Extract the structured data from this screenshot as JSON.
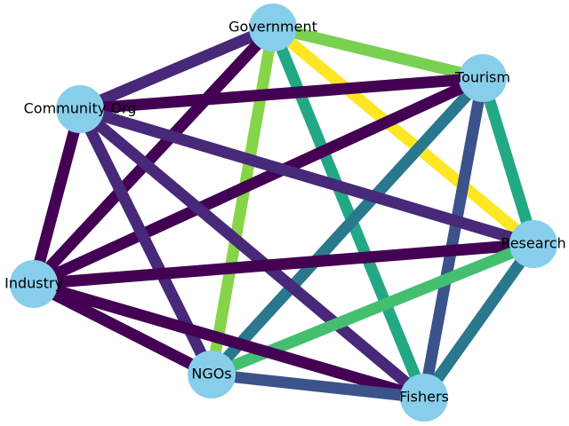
{
  "graph": {
    "nodes": [
      {
        "id": "government",
        "label": "Government"
      },
      {
        "id": "tourism",
        "label": "Tourism"
      },
      {
        "id": "community",
        "label": "Community Org"
      },
      {
        "id": "research",
        "label": "Research"
      },
      {
        "id": "industry",
        "label": "Industry"
      },
      {
        "id": "ngos",
        "label": "NGOs"
      },
      {
        "id": "fishers",
        "label": "Fishers"
      }
    ],
    "edges": [
      {
        "source": "government",
        "target": "tourism",
        "color": "#7ad151"
      },
      {
        "source": "government",
        "target": "research",
        "color": "#fde725"
      },
      {
        "source": "government",
        "target": "ngos",
        "color": "#86d549"
      },
      {
        "source": "government",
        "target": "fishers",
        "color": "#22a884"
      },
      {
        "source": "government",
        "target": "community",
        "color": "#482878"
      },
      {
        "source": "government",
        "target": "industry",
        "color": "#440154"
      },
      {
        "source": "tourism",
        "target": "research",
        "color": "#22a884"
      },
      {
        "source": "tourism",
        "target": "fishers",
        "color": "#3b528b"
      },
      {
        "source": "tourism",
        "target": "ngos",
        "color": "#2a788e"
      },
      {
        "source": "tourism",
        "target": "community",
        "color": "#440154"
      },
      {
        "source": "tourism",
        "target": "industry",
        "color": "#440154"
      },
      {
        "source": "community",
        "target": "research",
        "color": "#482878"
      },
      {
        "source": "community",
        "target": "industry",
        "color": "#440154"
      },
      {
        "source": "community",
        "target": "ngos",
        "color": "#482878"
      },
      {
        "source": "community",
        "target": "fishers",
        "color": "#482878"
      },
      {
        "source": "research",
        "target": "industry",
        "color": "#440154"
      },
      {
        "source": "research",
        "target": "ngos",
        "color": "#44bf70"
      },
      {
        "source": "research",
        "target": "fishers",
        "color": "#2a788e"
      },
      {
        "source": "industry",
        "target": "ngos",
        "color": "#440154"
      },
      {
        "source": "industry",
        "target": "fishers",
        "color": "#440154"
      },
      {
        "source": "ngos",
        "target": "fishers",
        "color": "#3b528b"
      }
    ],
    "node_color": "#87ceeb"
  }
}
